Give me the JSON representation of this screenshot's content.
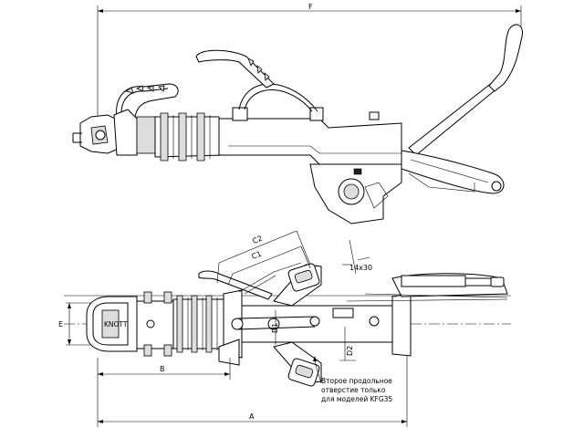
{
  "dimensions": {
    "F": "F",
    "A": "A",
    "B": "B",
    "E": "E",
    "C1": "C1",
    "C2": "C2",
    "D1": "D1",
    "D2": "D2",
    "angle": "14x30"
  },
  "note": {
    "line1": "Второе продольное",
    "line2": "отверстие только",
    "line3": "для моделей KFG35"
  },
  "stamp": {
    "side_label": "KNOTT"
  }
}
